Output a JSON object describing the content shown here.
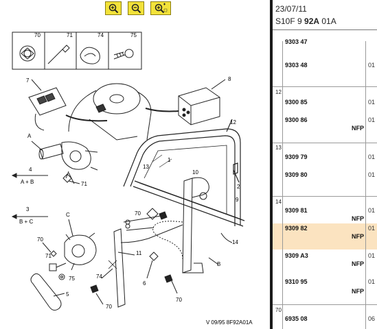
{
  "toolbar": {
    "buttons": [
      {
        "name": "zoom-in-icon"
      },
      {
        "name": "zoom-out-icon"
      },
      {
        "name": "zoom-window-icon"
      }
    ]
  },
  "diagram": {
    "callouts": [
      "70",
      "71",
      "74",
      "75",
      "7",
      "8",
      "12",
      "A",
      "1",
      "13",
      "10",
      "2",
      "9",
      "4",
      "A + B",
      "71",
      "3",
      "B + C",
      "C",
      "70",
      "11",
      "71",
      "B",
      "14",
      "6",
      "75",
      "74",
      "5",
      "70",
      "70"
    ],
    "reference": "V 09/95  8F92A01A"
  },
  "header": {
    "date": "23/07/11",
    "code_prefix": "S10F 9 ",
    "code_bold": "92A",
    "code_suffix": " 01A"
  },
  "parts": {
    "cut_row": "9303 47",
    "rows": [
      {
        "ref": "9303 48",
        "nfp": "",
        "qty": "01"
      },
      {
        "group": "12",
        "ref": "9300 85",
        "nfp": "",
        "qty": "01"
      },
      {
        "ref": "9300 86",
        "nfp": "NFP",
        "qty": "01"
      },
      {
        "group": "13",
        "ref": "9309 79",
        "nfp": "",
        "qty": "01"
      },
      {
        "ref": "9309 80",
        "nfp": "",
        "qty": "01"
      },
      {
        "group": "14",
        "ref": "9309 81",
        "nfp": "NFP",
        "qty": "01"
      },
      {
        "ref": "9309 82",
        "nfp": "NFP",
        "qty": "01",
        "highlight": true
      },
      {
        "ref": "9309 A3",
        "nfp": "NFP",
        "qty": "01"
      },
      {
        "ref": "9310 95",
        "nfp": "NFP",
        "qty": "01"
      },
      {
        "group": "70",
        "ref": "6935 08",
        "nfp": "",
        "qty": "06"
      }
    ]
  },
  "colors": {
    "toolbar_button": "#f2e23a",
    "highlight_row": "#fbe3c0",
    "divider": "#1a1a1a"
  }
}
